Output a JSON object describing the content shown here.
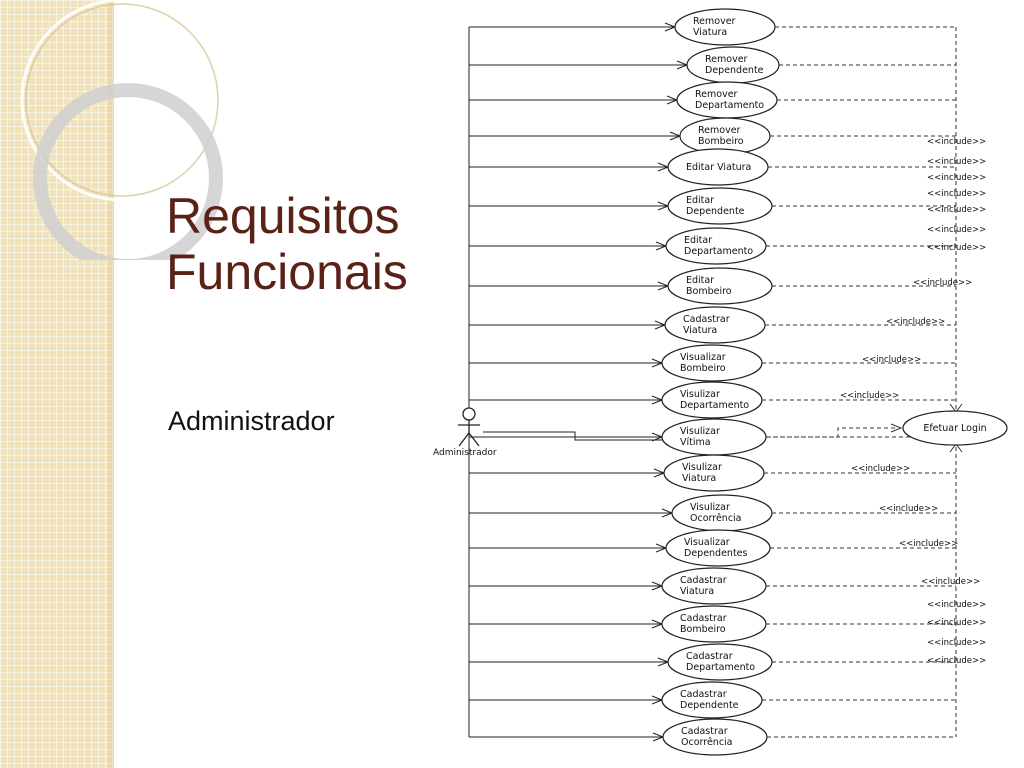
{
  "slide": {
    "title_line1": "Requisitos",
    "title_line2": "Funcionais",
    "subtitle": "Administrador"
  },
  "diagram": {
    "actor": "Administrador",
    "target_use_case": "Efetuar Login",
    "relation_label": "<<include>>",
    "use_cases": [
      [
        "Remover",
        "Viatura"
      ],
      [
        "Remover",
        "Dependente"
      ],
      [
        "Remover",
        "Departamento"
      ],
      [
        "Remover",
        "Bombeiro"
      ],
      [
        "Editar Viatura"
      ],
      [
        "Editar",
        "Dependente"
      ],
      [
        "Editar",
        "Departamento"
      ],
      [
        "Editar",
        "Bombeiro"
      ],
      [
        "Cadastrar",
        "Viatura"
      ],
      [
        "Visualizar",
        "Bombeiro"
      ],
      [
        "Visulizar",
        "Departamento"
      ],
      [
        "Visulizar",
        "Vítima"
      ],
      [
        "Visulizar",
        "Viatura"
      ],
      [
        "Visulizar",
        "Ocorrência"
      ],
      [
        "Visualizar",
        "Dependentes"
      ],
      [
        "Cadastrar",
        "Viatura"
      ],
      [
        "Cadastrar",
        "Bombeiro"
      ],
      [
        "Cadastrar",
        "Departamento"
      ],
      [
        "Cadastrar",
        "Dependente"
      ],
      [
        "Cadastrar",
        "Ocorrência"
      ]
    ]
  },
  "colors": {
    "title": "#5a2216",
    "strip": "#f0e2bd",
    "line": "#222222"
  }
}
